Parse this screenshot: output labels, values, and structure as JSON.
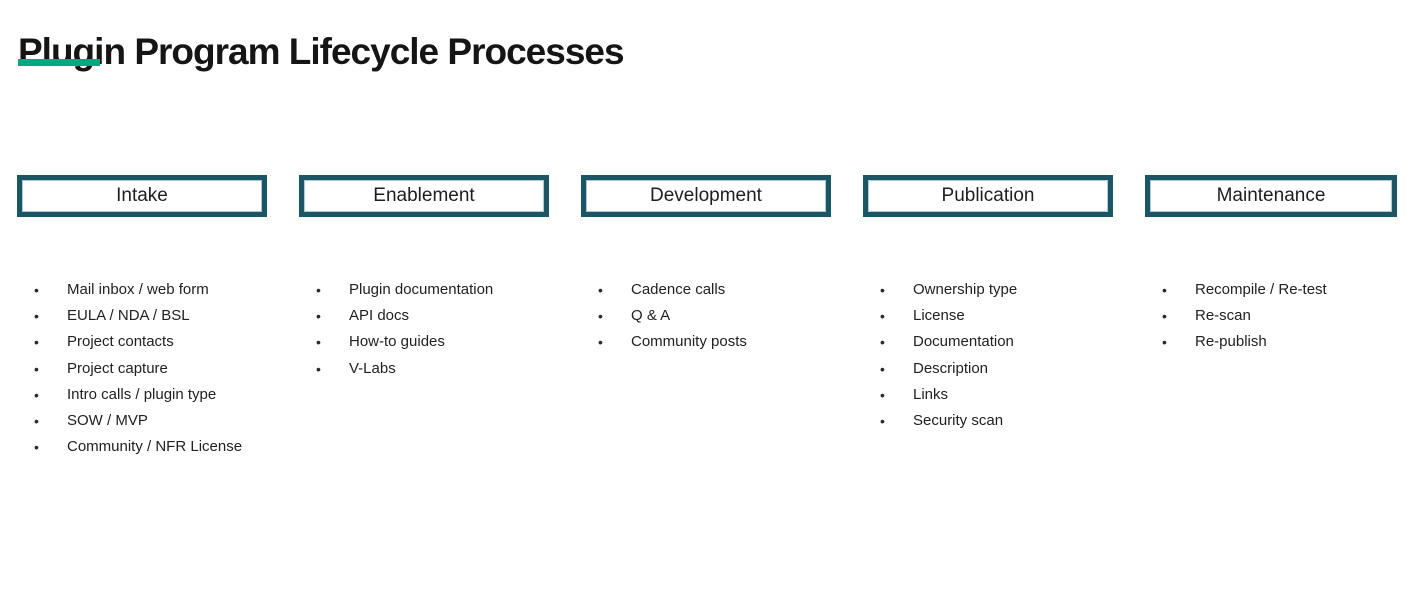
{
  "ui": {
    "bullet": "•"
  },
  "page": {
    "title": "Plugin Program Lifecycle Processes"
  },
  "theme": {
    "accent_green": "#01A982",
    "box_border_teal": "#1B5666",
    "box_inner_line": "#AFC8D2",
    "text_color": "#1E1E1E"
  },
  "columns": [
    {
      "header": "Intake",
      "items": [
        "Mail inbox / web form",
        "EULA / NDA / BSL",
        "Project contacts",
        "Project capture",
        "Intro calls / plugin type",
        "SOW / MVP",
        "Community / NFR License"
      ]
    },
    {
      "header": "Enablement",
      "items": [
        "Plugin documentation",
        "API docs",
        "How-to guides",
        "V-Labs"
      ]
    },
    {
      "header": "Development",
      "items": [
        "Cadence calls",
        "Q & A",
        "Community posts"
      ]
    },
    {
      "header": "Publication",
      "items": [
        "Ownership type",
        "License",
        "Documentation",
        "Description",
        "Links",
        "Security scan"
      ]
    },
    {
      "header": "Maintenance",
      "items": [
        "Recompile / Re-test",
        "Re-scan",
        "Re-publish"
      ]
    }
  ]
}
